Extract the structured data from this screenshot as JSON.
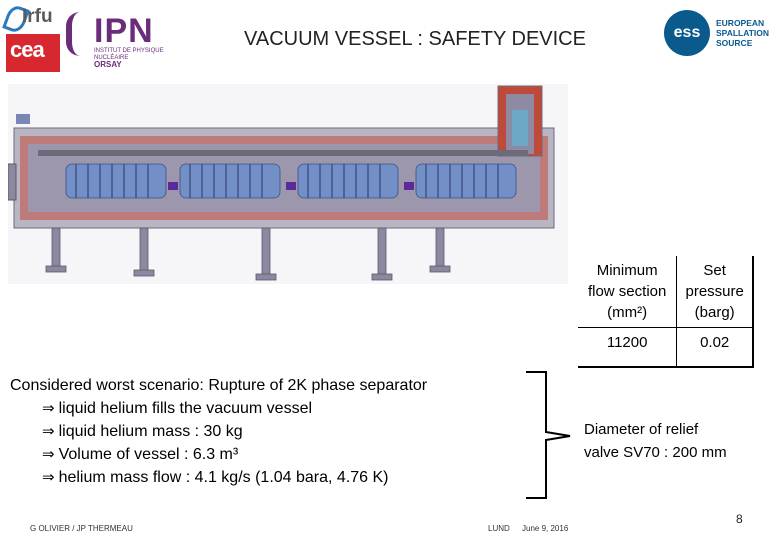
{
  "logos": {
    "irfu_text": "Irfu",
    "cea_text": "cea",
    "ipn_text": "IPN",
    "ipn_subtitle": "INSTITUT DE PHYSIQUE NUCLÉAIRE",
    "ipn_orsay": "ORSAY",
    "ess_mark": "ess",
    "ess_name_line1": "EUROPEAN",
    "ess_name_line2": "SPALLATION",
    "ess_name_line3": "SOURCE"
  },
  "title": "VACUUM VESSEL : SAFETY DEVICE",
  "table": {
    "col1_header_line1": "Minimum",
    "col1_header_line2": "flow section",
    "col1_header_line3": "(mm²)",
    "col2_header_line1": "Set",
    "col2_header_line2": "pressure",
    "col2_header_line3": "(barg)",
    "col1_value": "11200",
    "col2_value": "0.02"
  },
  "scenario": {
    "heading": "Considered worst scenario: Rupture of 2K phase separator",
    "arrow": "⇒",
    "bullets": [
      "liquid helium fills the vacuum vessel",
      "liquid helium mass : 30 kg",
      "Volume of vessel : 6.3 m³",
      "helium mass flow : 4.1 kg/s (1.04 bara, 4.76 K)"
    ]
  },
  "relief": {
    "line1": "Diameter of relief",
    "line2": "valve  SV70 : 200 mm"
  },
  "footer": {
    "authors": "G OLIVIER / JP THERMEAU",
    "location": "LUND",
    "date": "June 9, 2016",
    "page": "8"
  },
  "colors": {
    "ipn_purple": "#6b2c7a",
    "cea_red": "#d7282f",
    "ess_blue": "#0b5a8e",
    "irfu_blue": "#2a7ac0"
  }
}
